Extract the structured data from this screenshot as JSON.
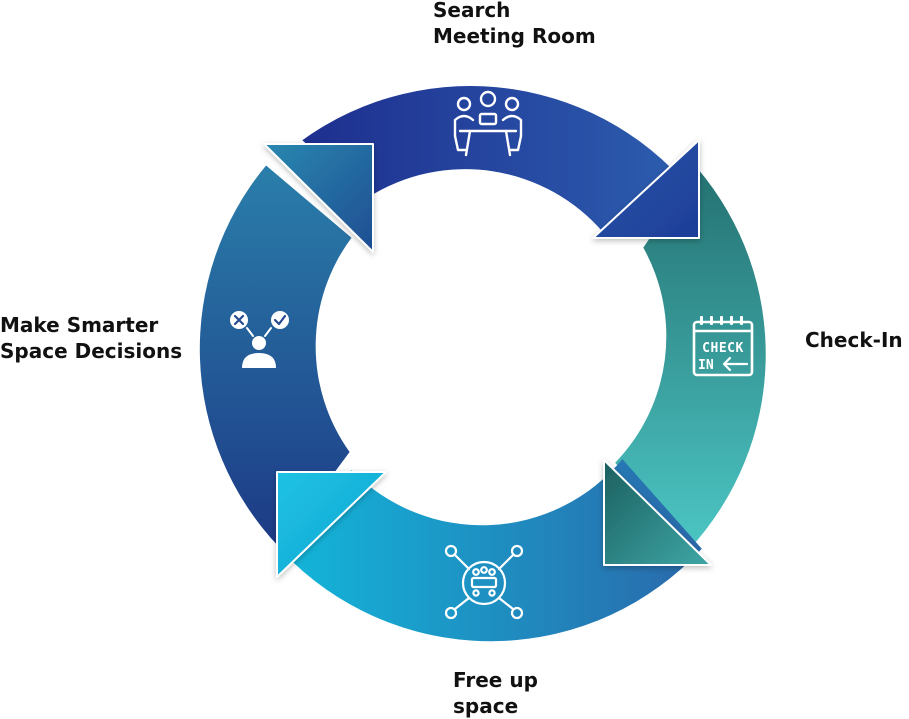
{
  "steps": [
    {
      "id": "search",
      "lines": [
        "Search",
        "Meeting Room"
      ],
      "icon": "meeting-room-icon"
    },
    {
      "id": "checkin",
      "lines": [
        "Check-In"
      ],
      "icon": "check-in-calendar-icon"
    },
    {
      "id": "freeup",
      "lines": [
        "Free up",
        "space"
      ],
      "icon": "free-space-network-icon"
    },
    {
      "id": "decide",
      "lines": [
        "Make Smarter",
        "Space Decisions"
      ],
      "icon": "decision-person-icon"
    }
  ],
  "icon_text": {
    "check": "CHECK",
    "in": "IN"
  },
  "colors": {
    "search_a": "#1e2f8f",
    "search_b": "#2b57a8",
    "checkin_a": "#2a7c7c",
    "checkin_b": "#4cc2c0",
    "freeup_a": "#1aa8d0",
    "freeup_b": "#2a6fae",
    "decide_a": "#1f3f86",
    "decide_b": "#2a7faa"
  }
}
